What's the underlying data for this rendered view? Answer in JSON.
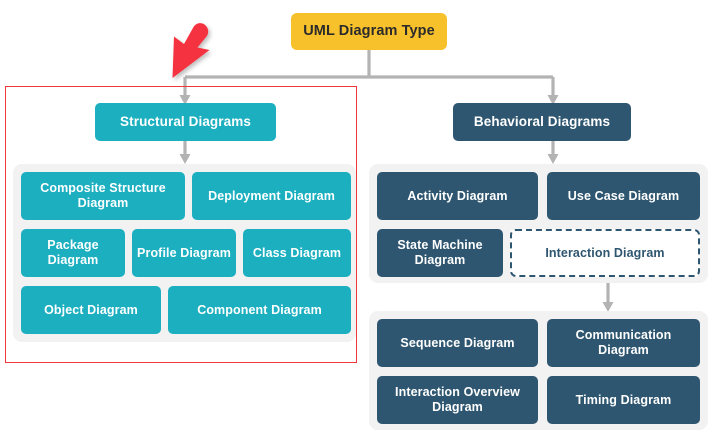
{
  "diagram": {
    "title": "UML Diagram Type",
    "root": {
      "label": "UML Diagram Type"
    },
    "branches": {
      "structural": {
        "heading": "Structural Diagrams",
        "items": [
          "Composite Structure Diagram",
          "Deployment Diagram",
          "Package Diagram",
          "Profile Diagram",
          "Class Diagram",
          "Object Diagram",
          "Component Diagram"
        ]
      },
      "behavioral": {
        "heading": "Behavioral Diagrams",
        "items": [
          "Activity Diagram",
          "Use Case Diagram",
          "State Machine Diagram",
          "Interaction Diagram"
        ],
        "interaction_children": [
          "Sequence Diagram",
          "Communication Diagram",
          "Interaction Overview Diagram",
          "Timing Diagram"
        ]
      }
    },
    "annotations": {
      "pointer": "red-arrow-cursor",
      "highlight": "structural-branch-highlight"
    },
    "colors": {
      "root": "#F6C12B",
      "structural": "#1BAFC0",
      "behavioral": "#2F5670",
      "panel": "#F2F2F2",
      "connector": "#B3B3B3",
      "highlight": "#F0383C",
      "pointer": "#F5333F"
    }
  }
}
